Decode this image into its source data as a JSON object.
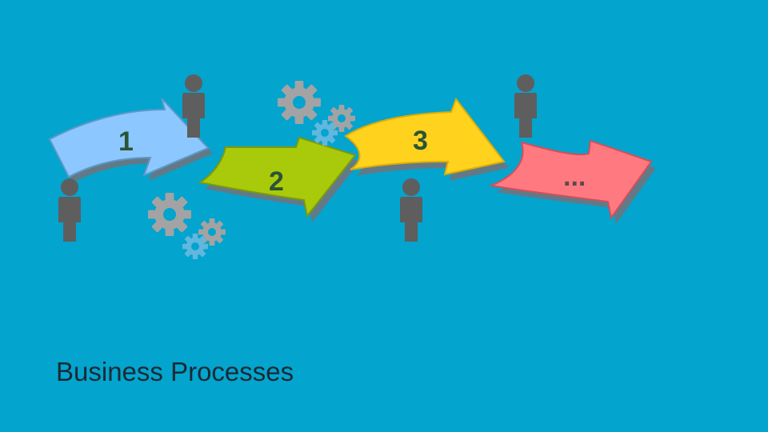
{
  "slide": {
    "title": "Business Processes",
    "background": "#03A4CE"
  },
  "steps": [
    {
      "label": "1",
      "color": "#8CC8FF",
      "outline": "#5E98C9"
    },
    {
      "label": "2",
      "color": "#A9CA0B",
      "outline": "#7D9A09"
    },
    {
      "label": "3",
      "color": "#FFD21E",
      "outline": "#E0AE00"
    },
    {
      "label": "...",
      "color": "#FF7A80",
      "outline": "#D94E56"
    }
  ],
  "colors": {
    "arrow_shadow": "#6D7680",
    "person": "#5E5E5E",
    "gear_gray": "#A3A3A3",
    "gear_blue": "#61B7DE"
  },
  "icons": [
    "person-icon",
    "gear-icon"
  ]
}
